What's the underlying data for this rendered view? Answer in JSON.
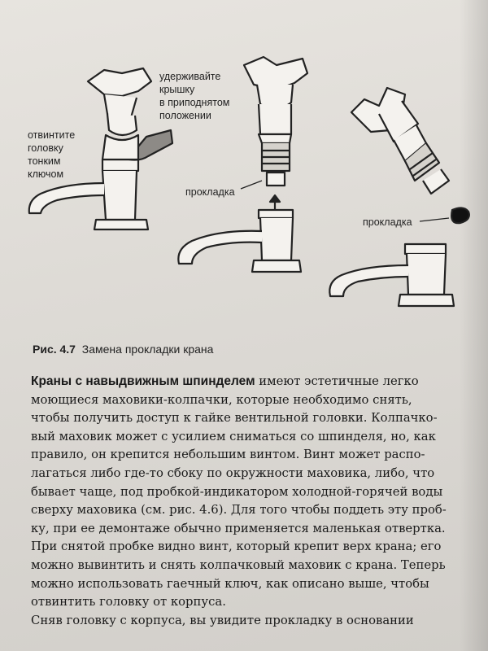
{
  "figure": {
    "labels": {
      "unscrew": [
        "отвинтите",
        "головку",
        "тонким",
        "ключом"
      ],
      "hold": [
        "удерживайте",
        "крышку",
        "в приподнятом",
        "положении"
      ],
      "gasket_1": "прокладка",
      "gasket_2": "прокладка"
    },
    "caption_number": "Рис. 4.7",
    "caption_text": "Замена прокладки крана"
  },
  "body": {
    "lead": "Краны с навыдвижным шпинделем",
    "lines": [
      "имеют эстетичные легко",
      "моющиеся маховики-колпачки, которые необходимо снять,",
      "чтобы получить доступ к гайке вентильной головки. Колпачко-",
      "вый маховик может с усилием сниматься со шпинделя, но, как",
      "правило, он крепится небольшим винтом. Винт может распо-",
      "лагаться либо где-то сбоку по окружности маховика, либо, что",
      "бывает чаще, под пробкой-индикатором холодной-горячей воды",
      "сверху маховика (см. рис. 4.6). Для того чтобы поддеть эту проб-",
      "ку, при ее демонтаже обычно применяется маленькая отвертка.",
      "При снятой пробке видно винт, который крепит верх крана; его",
      "можно вывинтить и снять колпачковый маховик с крана. Теперь",
      "можно использовать гаечный ключ, как описано выше, чтобы",
      "отвинтить головку от корпуса.",
      "Сняв головку с корпуса, вы увидите прокладку в основании"
    ]
  }
}
